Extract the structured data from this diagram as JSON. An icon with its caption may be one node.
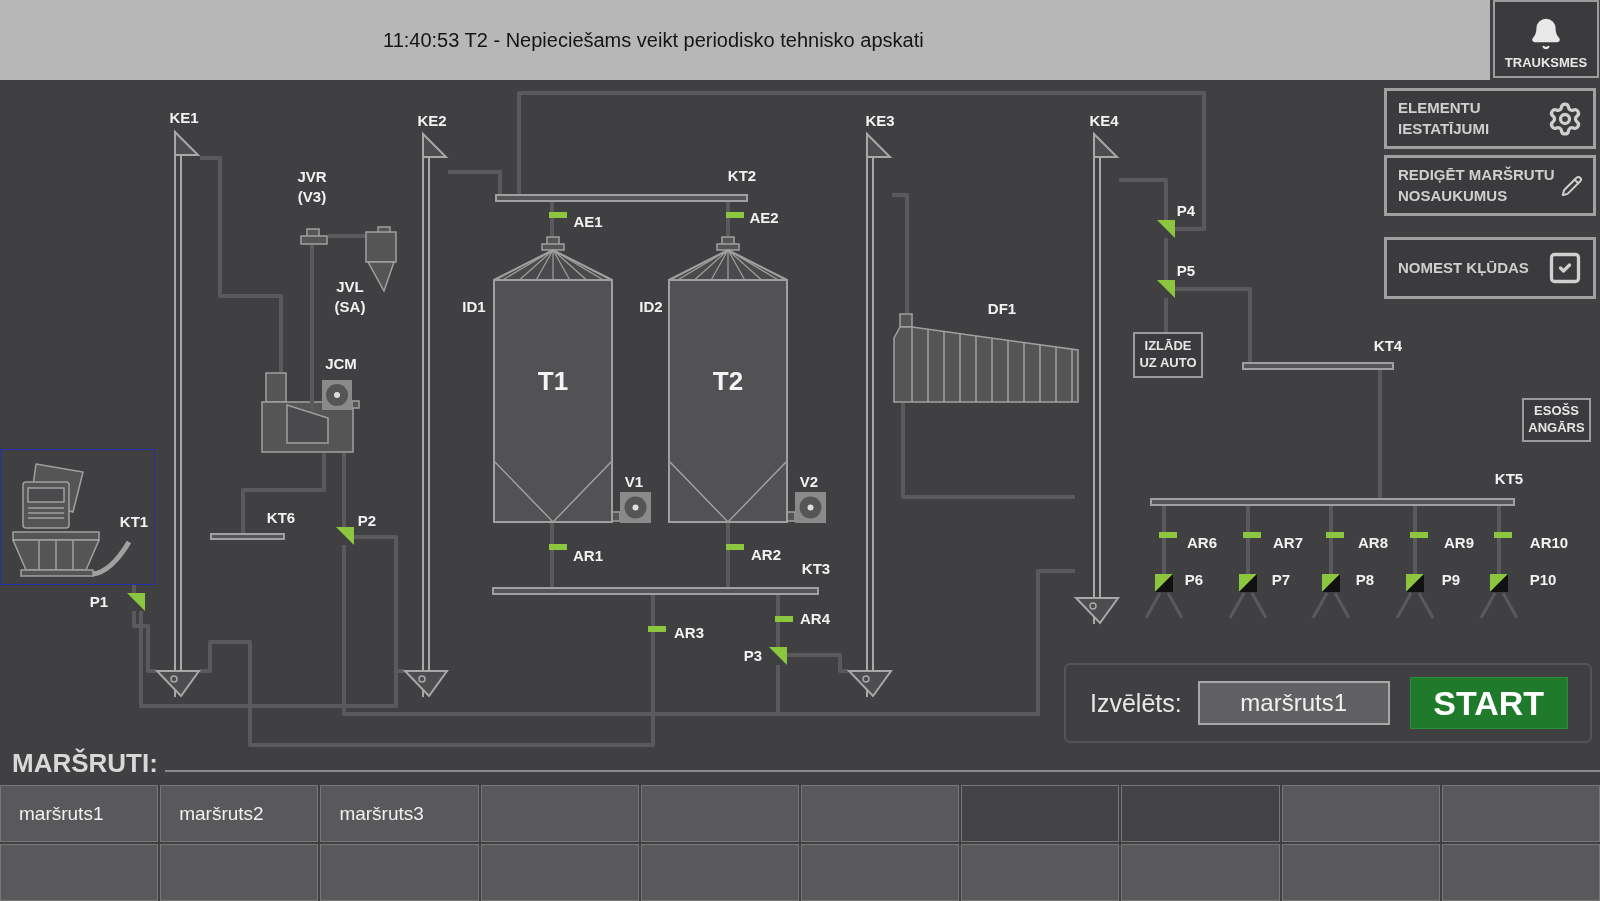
{
  "diagram": {
    "nodes": [
      {
        "text": [
          "T1"
        ],
        "beside": [
          "ID1",
          "V1"
        ]
      },
      {
        "text": [
          "T2"
        ],
        "beside": [
          "ID2",
          "V2"
        ]
      },
      {
        "text": [],
        "shape": "bar",
        "beside": [
          "KT2"
        ]
      },
      {
        "text": [],
        "shape": "bar",
        "beside": [
          "KT3"
        ]
      },
      {
        "text": [
          "IZLĀDE UZ AUTO"
        ]
      },
      {
        "text": [],
        "shape": "bar",
        "beside": [
          "KT4"
        ]
      },
      {
        "text": [],
        "shape": "bar",
        "beside": [
          "KT5"
        ]
      },
      {
        "text": [
          "ESOŠS ANGĀRS"
        ]
      },
      {
        "text": [],
        "shape": "elevator",
        "beside": [
          "KE1"
        ]
      },
      {
        "text": [],
        "shape": "elevator",
        "beside": [
          "KE2"
        ]
      },
      {
        "text": [],
        "shape": "elevator",
        "beside": [
          "KE3"
        ]
      },
      {
        "text": [],
        "shape": "elevator",
        "beside": [
          "KE4"
        ]
      },
      {
        "text": [
          "KT1"
        ]
      },
      {
        "text": [],
        "shape": "triangle",
        "beside": [
          "P1"
        ]
      },
      {
        "text": [],
        "shape": "bar",
        "beside": [
          "KT6"
        ]
      },
      {
        "text": [],
        "shape": "picture",
        "beside": [
          "JCM"
        ]
      },
      {
        "text": [],
        "shape": "box",
        "beside": [
          "JVR (V3)"
        ]
      },
      {
        "text": [],
        "shape": "picture",
        "beside": [
          "JVL (SA)"
        ]
      },
      {
        "text": [],
        "shape": "triangle",
        "beside": [
          "P2"
        ]
      },
      {
        "text": [],
        "shape": "triangle",
        "beside": [
          "P3"
        ]
      },
      {
        "text": [],
        "shape": "triangle",
        "beside": [
          "P4"
        ]
      },
      {
        "text": [],
        "shape": "triangle",
        "beside": [
          "P5"
        ]
      },
      {
        "text": [],
        "shape": "picture",
        "beside": [
          "DF1"
        ]
      },
      {
        "text": [],
        "shape": "valve",
        "beside": [
          "P6"
        ]
      },
      {
        "text": [],
        "shape": "valve",
        "beside": [
          "P7"
        ]
      },
      {
        "text": [],
        "shape": "valve",
        "beside": [
          "P8"
        ]
      },
      {
        "text": [],
        "shape": "valve",
        "beside": [
          "P9"
        ]
      },
      {
        "text": [],
        "shape": "valve",
        "beside": [
          "P10"
        ]
      }
    ],
    "edges": [
      {
        "from": 2,
        "to": 0,
        "arrow": "none"
      },
      {
        "from": 2,
        "to": 1,
        "arrow": "none"
      },
      {
        "from": 0,
        "to": 3,
        "arrow": "none"
      },
      {
        "from": 1,
        "to": 3,
        "arrow": "none"
      },
      {
        "from": 5,
        "to": 6,
        "arrow": "none"
      },
      {
        "from": 8,
        "to": 15,
        "arrow": "none"
      },
      {
        "from": 16,
        "to": 15,
        "arrow": "none"
      },
      {
        "from": 16,
        "to": 17,
        "arrow": "none"
      },
      {
        "from": 15,
        "to": 14,
        "arrow": "none"
      },
      {
        "from": 15,
        "to": 18,
        "arrow": "none"
      },
      {
        "from": 18,
        "to": 9,
        "arrow": "none"
      },
      {
        "from": 18,
        "to": 11,
        "arrow": "none"
      },
      {
        "from": 12,
        "to": 13,
        "arrow": "none"
      },
      {
        "from": 13,
        "to": 8,
        "arrow": "none"
      },
      {
        "from": 13,
        "to": 9,
        "arrow": "none"
      },
      {
        "from": 3,
        "to": 8,
        "arrow": "none"
      },
      {
        "from": 3,
        "to": 19,
        "arrow": "none"
      },
      {
        "from": 19,
        "to": 10,
        "arrow": "none"
      },
      {
        "from": 19,
        "to": 11,
        "arrow": "none"
      },
      {
        "from": 9,
        "to": 2,
        "arrow": "none"
      },
      {
        "from": 2,
        "to": 20,
        "arrow": "none"
      },
      {
        "from": 10,
        "to": 22,
        "arrow": "none"
      },
      {
        "from": 22,
        "to": 11,
        "arrow": "none"
      },
      {
        "from": 11,
        "to": 20,
        "arrow": "none"
      },
      {
        "from": 20,
        "to": 21,
        "arrow": "none"
      },
      {
        "from": 21,
        "to": 4,
        "arrow": "none"
      },
      {
        "from": 21,
        "to": 5,
        "arrow": "none"
      },
      {
        "from": 6,
        "to": 23,
        "arrow": "none"
      },
      {
        "from": 6,
        "to": 24,
        "arrow": "none"
      },
      {
        "from": 6,
        "to": 25,
        "arrow": "none"
      },
      {
        "from": 6,
        "to": 26,
        "arrow": "none"
      },
      {
        "from": 6,
        "to": 27,
        "arrow": "none"
      }
    ],
    "labels": [
      "11:40:53 T2 - Nepieciešams veikt periodisko tehnisko apskati",
      "TRAUKSMES",
      "ELEMENTU IESTATĪJUMI",
      "REDIĢĒT MARŠRUTU NOSAUKUMUS",
      "AE1",
      "AE2",
      "NOMEST KĻŪDAS",
      "AR6",
      "AR7",
      "AR8",
      "AR9",
      "AR10",
      "AR1",
      "AR2",
      "AR4",
      "AR3",
      "Izvēlēts:",
      "maršruts1",
      "START",
      "MARŠRUTI:",
      "maršruts1",
      "maršruts2",
      "maršruts3"
    ]
  }
}
